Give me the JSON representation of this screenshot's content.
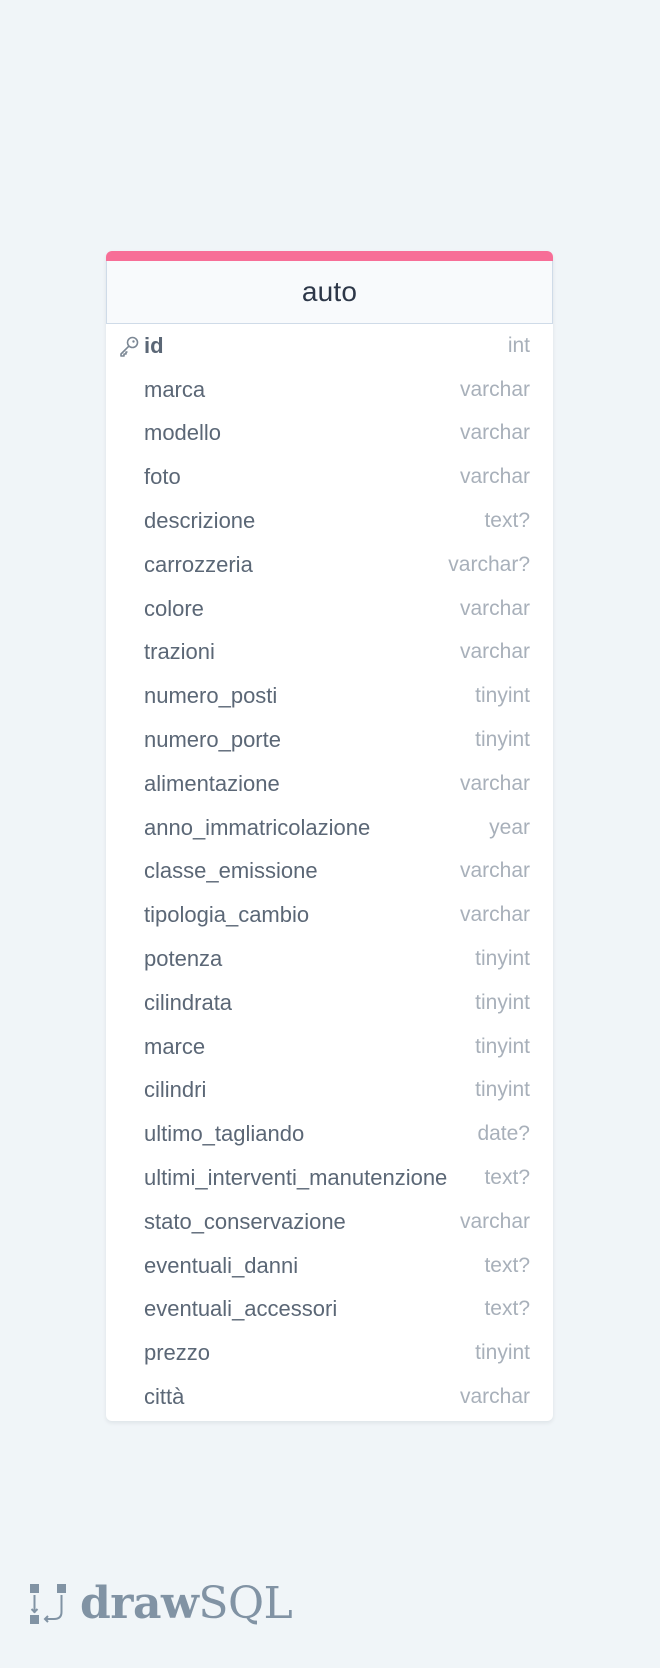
{
  "table": {
    "name": "auto",
    "accent_color": "#f76e97",
    "fields": [
      {
        "name": "id",
        "type": "int",
        "primary_key": true
      },
      {
        "name": "marca",
        "type": "varchar"
      },
      {
        "name": "modello",
        "type": "varchar"
      },
      {
        "name": "foto",
        "type": "varchar"
      },
      {
        "name": "descrizione",
        "type": "text?"
      },
      {
        "name": "carrozzeria",
        "type": "varchar?"
      },
      {
        "name": "colore",
        "type": "varchar"
      },
      {
        "name": "trazioni",
        "type": "varchar"
      },
      {
        "name": "numero_posti",
        "type": "tinyint"
      },
      {
        "name": "numero_porte",
        "type": "tinyint"
      },
      {
        "name": "alimentazione",
        "type": "varchar"
      },
      {
        "name": "anno_immatricolazione",
        "type": "year"
      },
      {
        "name": "classe_emissione",
        "type": "varchar"
      },
      {
        "name": "tipologia_cambio",
        "type": "varchar"
      },
      {
        "name": "potenza",
        "type": "tinyint"
      },
      {
        "name": "cilindrata",
        "type": "tinyint"
      },
      {
        "name": "marce",
        "type": "tinyint"
      },
      {
        "name": "cilindri",
        "type": "tinyint"
      },
      {
        "name": "ultimo_tagliando",
        "type": "date?"
      },
      {
        "name": "ultimi_interventi_manutenzione",
        "type": "text?"
      },
      {
        "name": "stato_conservazione",
        "type": "varchar"
      },
      {
        "name": "eventuali_danni",
        "type": "text?"
      },
      {
        "name": "eventuali_accessori",
        "type": "text?"
      },
      {
        "name": "prezzo",
        "type": "tinyint"
      },
      {
        "name": "città",
        "type": "varchar"
      }
    ]
  },
  "logo": {
    "text_bold": "draw",
    "text_light": "SQL",
    "icon": "drawsql-logo-icon"
  }
}
